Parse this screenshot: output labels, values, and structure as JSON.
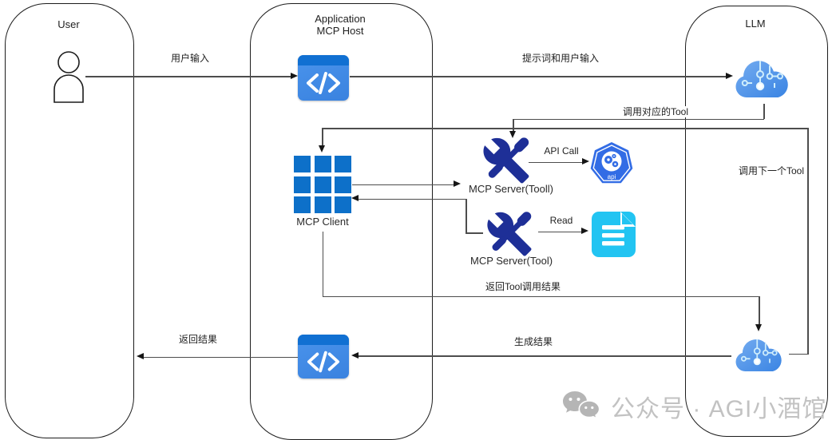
{
  "diagram": {
    "lanes": {
      "user": {
        "title": "User"
      },
      "app": {
        "title_line1": "Application",
        "title_line2": "MCP Host"
      },
      "llm": {
        "title": "LLM"
      }
    },
    "nodes": {
      "mcp_client_label": "MCP Client",
      "mcp_server_tool1_label": "MCP Server(Tooll)",
      "mcp_server_tool2_label": "MCP Server(Tool)",
      "api_badge_text": "api"
    },
    "edge_labels": {
      "user_input": "用户输入",
      "prompt_and_user_input": "提示词和用户输入",
      "call_matching_tool": "调用对应的Tool",
      "call_next_tool": "调用下一个Tool",
      "api_call": "API Call",
      "read": "Read",
      "return_tool_result": "返回Tool调用结果",
      "generate_result": "生成结果",
      "return_result": "返回结果"
    },
    "icons": {
      "user_person": "person-outline-icon",
      "host_code": "code-window-icon",
      "llm_cloud": "ai-circuit-cloud-icon",
      "mcp_client": "blue-grid-icon",
      "mcp_server": "wrench-screwdriver-icon",
      "api": "kubernetes-api-heptagon-icon",
      "document": "document-icon",
      "wechat": "wechat-icon"
    },
    "watermark": {
      "text": "公众号 · AGI小酒馆"
    },
    "colors": {
      "code_icon_header": "#1170d2",
      "code_icon_body": "#3e88e6",
      "cloud_blue": "#3f88e4",
      "cloud_circuit": "#c8ecfc",
      "grid_blue": "#0d70c9",
      "tools_navy": "#1e2f97",
      "api_blue": "#326ce5",
      "doc_cyan": "#22c4f2",
      "line_gray": "#4d4d4d",
      "watermark_gray": "#c2c2c2"
    }
  }
}
